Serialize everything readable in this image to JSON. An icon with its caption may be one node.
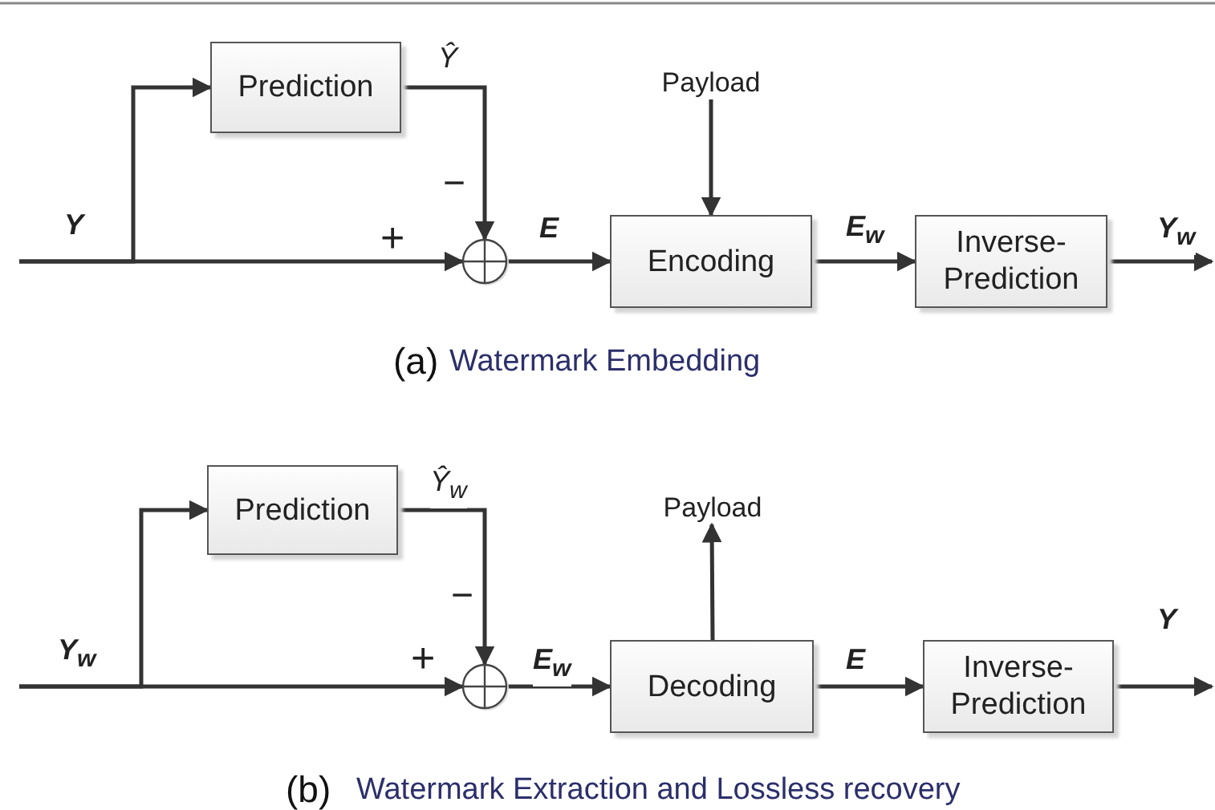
{
  "diagram": {
    "nodes": [
      {
        "text": [
          "Prediction"
        ]
      },
      {
        "text": [],
        "shape": "circle"
      },
      {
        "text": [
          "Encoding"
        ]
      },
      {
        "text": [
          "Inverse- Prediction"
        ]
      },
      {
        "text": [
          "Payload"
        ]
      },
      {
        "text": [
          "Prediction"
        ]
      },
      {
        "text": [],
        "shape": "circle"
      },
      {
        "text": [
          "Decoding"
        ]
      },
      {
        "text": [
          "Inverse- Prediction"
        ]
      },
      {
        "text": [
          "Payload"
        ]
      }
    ],
    "edges": [
      {
        "from": null,
        "to": 0,
        "arrow": "to"
      },
      {
        "from": null,
        "to": 1,
        "arrow": "to",
        "label": "Y"
      },
      {
        "from": 0,
        "to": 1,
        "arrow": "to",
        "label": "Ŷ"
      },
      {
        "from": 1,
        "to": 2,
        "arrow": "to",
        "label": "E"
      },
      {
        "from": 4,
        "to": 2,
        "arrow": "to"
      },
      {
        "from": 2,
        "to": 3,
        "arrow": "to",
        "label": "E$_{w}$"
      },
      {
        "from": 3,
        "to": null,
        "arrow": "to",
        "label": "Y$_{w}$"
      },
      {
        "from": null,
        "to": 5,
        "arrow": "to"
      },
      {
        "from": null,
        "to": 6,
        "arrow": "to",
        "label": "Y$_{w}$"
      },
      {
        "from": 5,
        "to": 6,
        "arrow": "to",
        "label": "Ŷ$_{w}$"
      },
      {
        "from": 6,
        "to": 7,
        "arrow": "to",
        "label": "E$_{w}$"
      },
      {
        "from": 7,
        "to": 9,
        "arrow": "to"
      },
      {
        "from": 7,
        "to": 8,
        "arrow": "to",
        "label": "E"
      },
      {
        "from": 8,
        "to": null,
        "arrow": "to",
        "label": "Y"
      }
    ],
    "labels": [
      "+",
      "−",
      "(a)",
      "Watermark Embedding",
      "+",
      "−",
      "(b)",
      "Watermark Extraction and Lossless recovery"
    ]
  }
}
